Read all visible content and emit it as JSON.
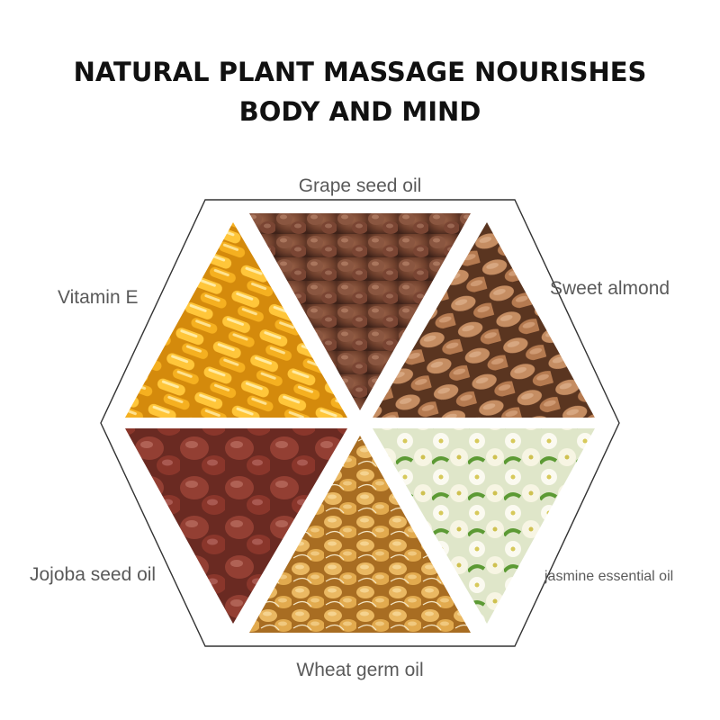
{
  "title": {
    "line1": "NATURAL PLANT MASSAGE NOURISHES",
    "line2": "BODY AND MIND"
  },
  "hexagon": {
    "outline_color": "#333333",
    "segments": [
      {
        "position": "top",
        "label": "Grape seed oil",
        "image": "grape-seeds-photo",
        "colors": [
          "#7a4a35",
          "#a06a4f",
          "#4a2a1e"
        ]
      },
      {
        "position": "upper-right",
        "label": "Sweet almond",
        "image": "almonds-photo",
        "colors": [
          "#b9825c",
          "#d7a47f",
          "#6b4028"
        ]
      },
      {
        "position": "lower-right",
        "label": "jasmine essential oil",
        "image": "jasmine-flowers-photo",
        "colors": [
          "#f3f1df",
          "#e8e6c4",
          "#4f8f2f"
        ]
      },
      {
        "position": "bottom",
        "label": "Wheat germ oil",
        "image": "wheat-germ-photo",
        "colors": [
          "#e3b35a",
          "#f0cf86",
          "#b8802e"
        ]
      },
      {
        "position": "lower-left",
        "label": "Jojoba seed oil",
        "image": "jojoba-seeds-photo",
        "colors": [
          "#8a3b2e",
          "#b5645a",
          "#5a2019"
        ]
      },
      {
        "position": "upper-left",
        "label": "Vitamin E",
        "image": "vitamin-e-capsules-photo",
        "colors": [
          "#f2b418",
          "#ffd95a",
          "#c77d08"
        ]
      }
    ]
  }
}
